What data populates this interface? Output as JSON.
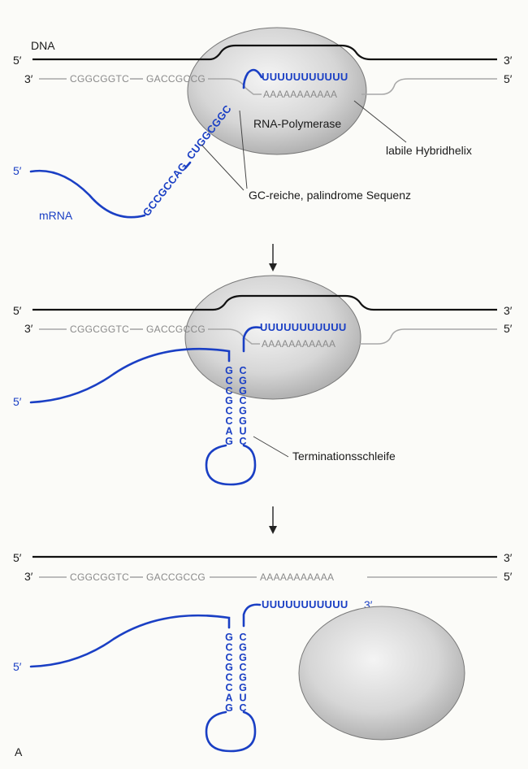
{
  "labels": {
    "dna": "DNA",
    "rna_polymerase": "RNA-Polymerase",
    "labile_hybrid": "labile Hybridhelix",
    "gc_rich": "GC-reiche, palindrome Sequenz",
    "mrna": "mRNA",
    "termination_loop": "Terminationsschleife",
    "panel": "A"
  },
  "ends": {
    "five": "5′",
    "three": "3′"
  },
  "sequences": {
    "template_left": "CGGCGGTC",
    "template_mid": "GACCGCCG",
    "template_a": "AAAAAAAAAAA",
    "rna_u": "UUUUUUUUUUU",
    "rna_gc1": "GCCGCCAG",
    "rna_gc2": "CUGGCGGC"
  },
  "stem": {
    "left": [
      "G",
      "C",
      "C",
      "G",
      "C",
      "C",
      "A",
      "G"
    ],
    "right": [
      "C",
      "G",
      "G",
      "C",
      "G",
      "G",
      "U",
      "C"
    ]
  },
  "colors": {
    "rna": "#1a3fc4",
    "template": "#8a8a8a",
    "dna": "#111111",
    "polymerase": "#cfcfcf"
  }
}
